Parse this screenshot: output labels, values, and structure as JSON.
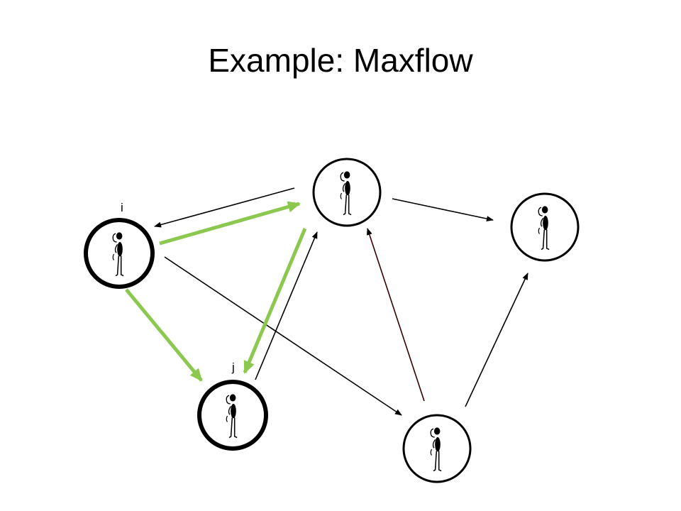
{
  "slide": {
    "title": "Example: Maxflow"
  },
  "graph": {
    "nodes": [
      {
        "id": "i",
        "label": "i",
        "highlighted": true,
        "icon": "stick-figure-icon"
      },
      {
        "id": "top",
        "label": "",
        "highlighted": false,
        "icon": "stick-figure-icon"
      },
      {
        "id": "right",
        "label": "",
        "highlighted": false,
        "icon": "stick-figure-icon"
      },
      {
        "id": "j",
        "label": "j",
        "highlighted": true,
        "icon": "stick-figure-icon"
      },
      {
        "id": "bottom",
        "label": "",
        "highlighted": false,
        "icon": "stick-figure-icon"
      }
    ],
    "edges": [
      {
        "from": "top",
        "to": "i",
        "kind": "normal"
      },
      {
        "from": "top",
        "to": "right",
        "kind": "normal"
      },
      {
        "from": "i",
        "to": "bottom",
        "kind": "normal"
      },
      {
        "from": "j",
        "to": "top",
        "kind": "normal"
      },
      {
        "from": "bottom",
        "to": "top",
        "kind": "normal"
      },
      {
        "from": "bottom",
        "to": "right",
        "kind": "normal"
      },
      {
        "from": "i",
        "to": "top",
        "kind": "flow"
      },
      {
        "from": "top",
        "to": "j",
        "kind": "flow"
      },
      {
        "from": "i",
        "to": "j",
        "kind": "flow"
      }
    ],
    "colors": {
      "edge": "#000000",
      "edge_dark_red": "#3a0000",
      "flow": "#8cc850",
      "node_stroke": "#000000",
      "figure": "#000000"
    }
  }
}
